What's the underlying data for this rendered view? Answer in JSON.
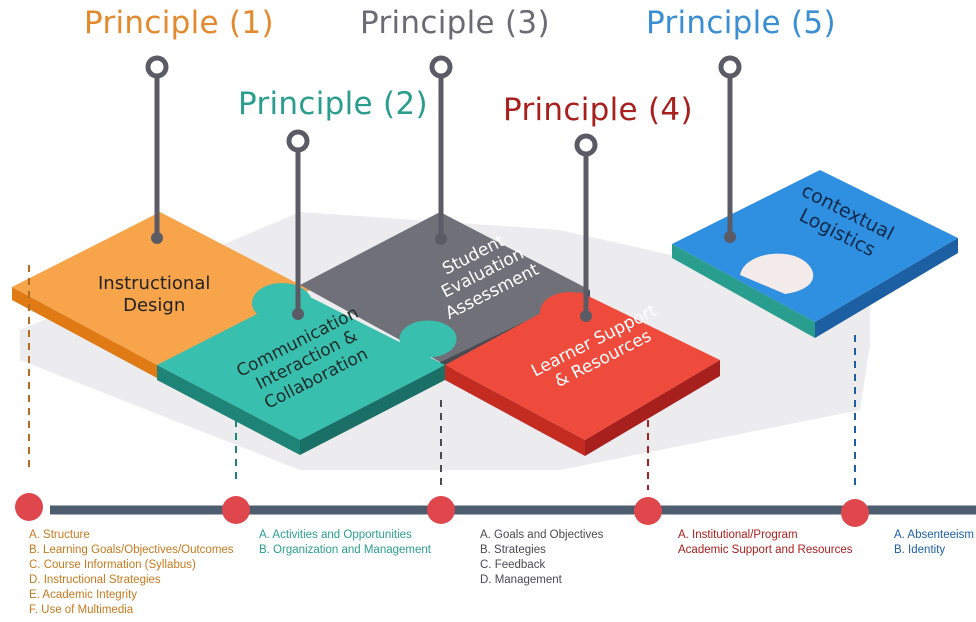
{
  "principles": [
    {
      "title": "Principle (1)",
      "color": "#e38a2e",
      "label": [
        "Instructional",
        "Design"
      ],
      "items": [
        "A. Structure",
        "B. Learning Goals/Objectives/Outcomes",
        "C. Course Information (Syllabus)",
        "D. Instructional Strategies",
        "E. Academic Integrity",
        "F. Use of Multimedia"
      ]
    },
    {
      "title": "Principle (2)",
      "color": "#2a9e8e",
      "label": [
        "Communication",
        "Interaction &",
        "Collaboration"
      ],
      "items": [
        "A. Activities and Opportunities",
        "B. Organization and Management"
      ]
    },
    {
      "title": "Principle (3)",
      "color": "#6b6b74",
      "label": [
        "Student",
        "Evaluation",
        "Assessment"
      ],
      "items": [
        "A. Goals and Objectives",
        "B. Strategies",
        "C. Feedback",
        "D. Management"
      ]
    },
    {
      "title": "Principle (4)",
      "color": "#a8201e",
      "label": [
        "Learner Support",
        "& Resources"
      ],
      "items": [
        "A. Institutional/Program",
        "Academic Support and Resources"
      ]
    },
    {
      "title": "Principle (5)",
      "color": "#3a8fd3",
      "label": [
        "contextual",
        "Logistics"
      ],
      "items": [
        "A. Absenteeism",
        "B. Identity"
      ]
    }
  ],
  "colors": {
    "orange": "#f7a44b",
    "orange_side": "#e07a14",
    "teal": "#38bfae",
    "teal_side": "#1f8478",
    "gray": "#6f6f78",
    "gray_side": "#4a4a52",
    "red": "#ef4b3c",
    "red_side": "#a8201e",
    "blue": "#2f8fe0",
    "blue_side": "#1d5fa3",
    "timeline": "#4b5d6e",
    "dot": "#e0474c",
    "pin": "#5b5b66"
  }
}
